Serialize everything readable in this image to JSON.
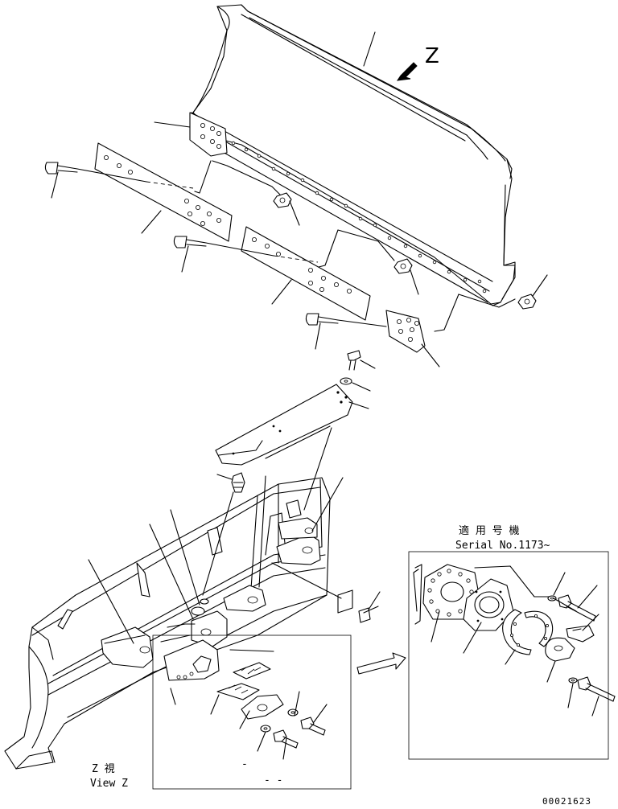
{
  "view_arrow_label": "Z",
  "view_caption": {
    "jp": "Z 視",
    "en": "View Z"
  },
  "serial_note": {
    "jp": "適 用 号 機",
    "en": "Serial No.1173~"
  },
  "detail_marks": [
    "-",
    "- -"
  ],
  "document_number": "00021623"
}
